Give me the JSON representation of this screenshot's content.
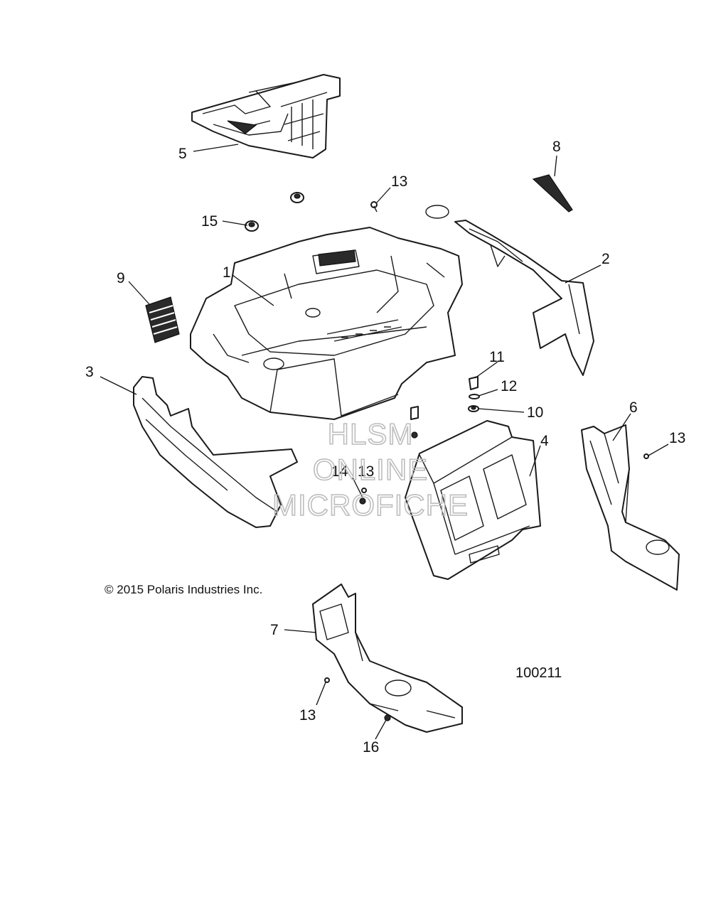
{
  "callouts": {
    "c1": "1",
    "c2": "2",
    "c3": "3",
    "c4": "4",
    "c5": "5",
    "c6": "6",
    "c7": "7",
    "c8": "8",
    "c9": "9",
    "c10": "10",
    "c11": "11",
    "c12": "12",
    "c13a": "13",
    "c13b": "13",
    "c13c": "13",
    "c13d": "13",
    "c14": "14",
    "c15": "15",
    "c16": "16"
  },
  "copyright": "© 2015 Polaris Industries Inc.",
  "diagram_number": "100211",
  "watermark": {
    "line1": "HLSM",
    "line2": "ONLINE",
    "line3": "MICROFICHE"
  }
}
